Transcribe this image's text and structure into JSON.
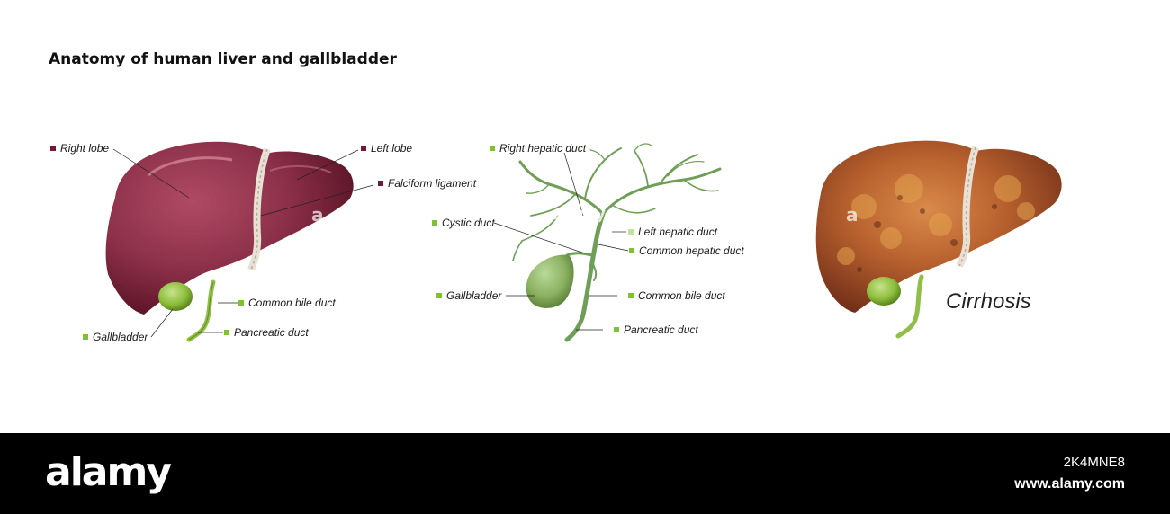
{
  "title": "Anatomy of human liver and gallbladder",
  "colors": {
    "liver_red": "#6e1b33",
    "duct_green": "#7ec132",
    "pale_green": "#bfe49b"
  },
  "panel1": {
    "labels": {
      "right_lobe": "Right  lobe",
      "left_lobe": "Left  lobe",
      "falciform": "Falciform ligament",
      "common_bile": "Common bile duct",
      "gallbladder": "Gallbladder",
      "pancreatic": "Pancreatic duct"
    }
  },
  "panel2": {
    "labels": {
      "right_hepatic": "Right  hepatic duct",
      "cystic": "Cystic duct",
      "left_hepatic": "Left hepatic duct",
      "common_hepatic": "Common hepatic duct",
      "gallbladder": "Gallbladder",
      "common_bile": "Common bile duct",
      "pancreatic": "Pancreatic duct"
    }
  },
  "panel3": {
    "caption": "Cirrhosis"
  },
  "footer": {
    "brand": "alamy",
    "image_id": "2K4MNE8",
    "site": "www.alamy.com"
  },
  "icons": {
    "watermark": "alamy-a-watermark-icon"
  }
}
